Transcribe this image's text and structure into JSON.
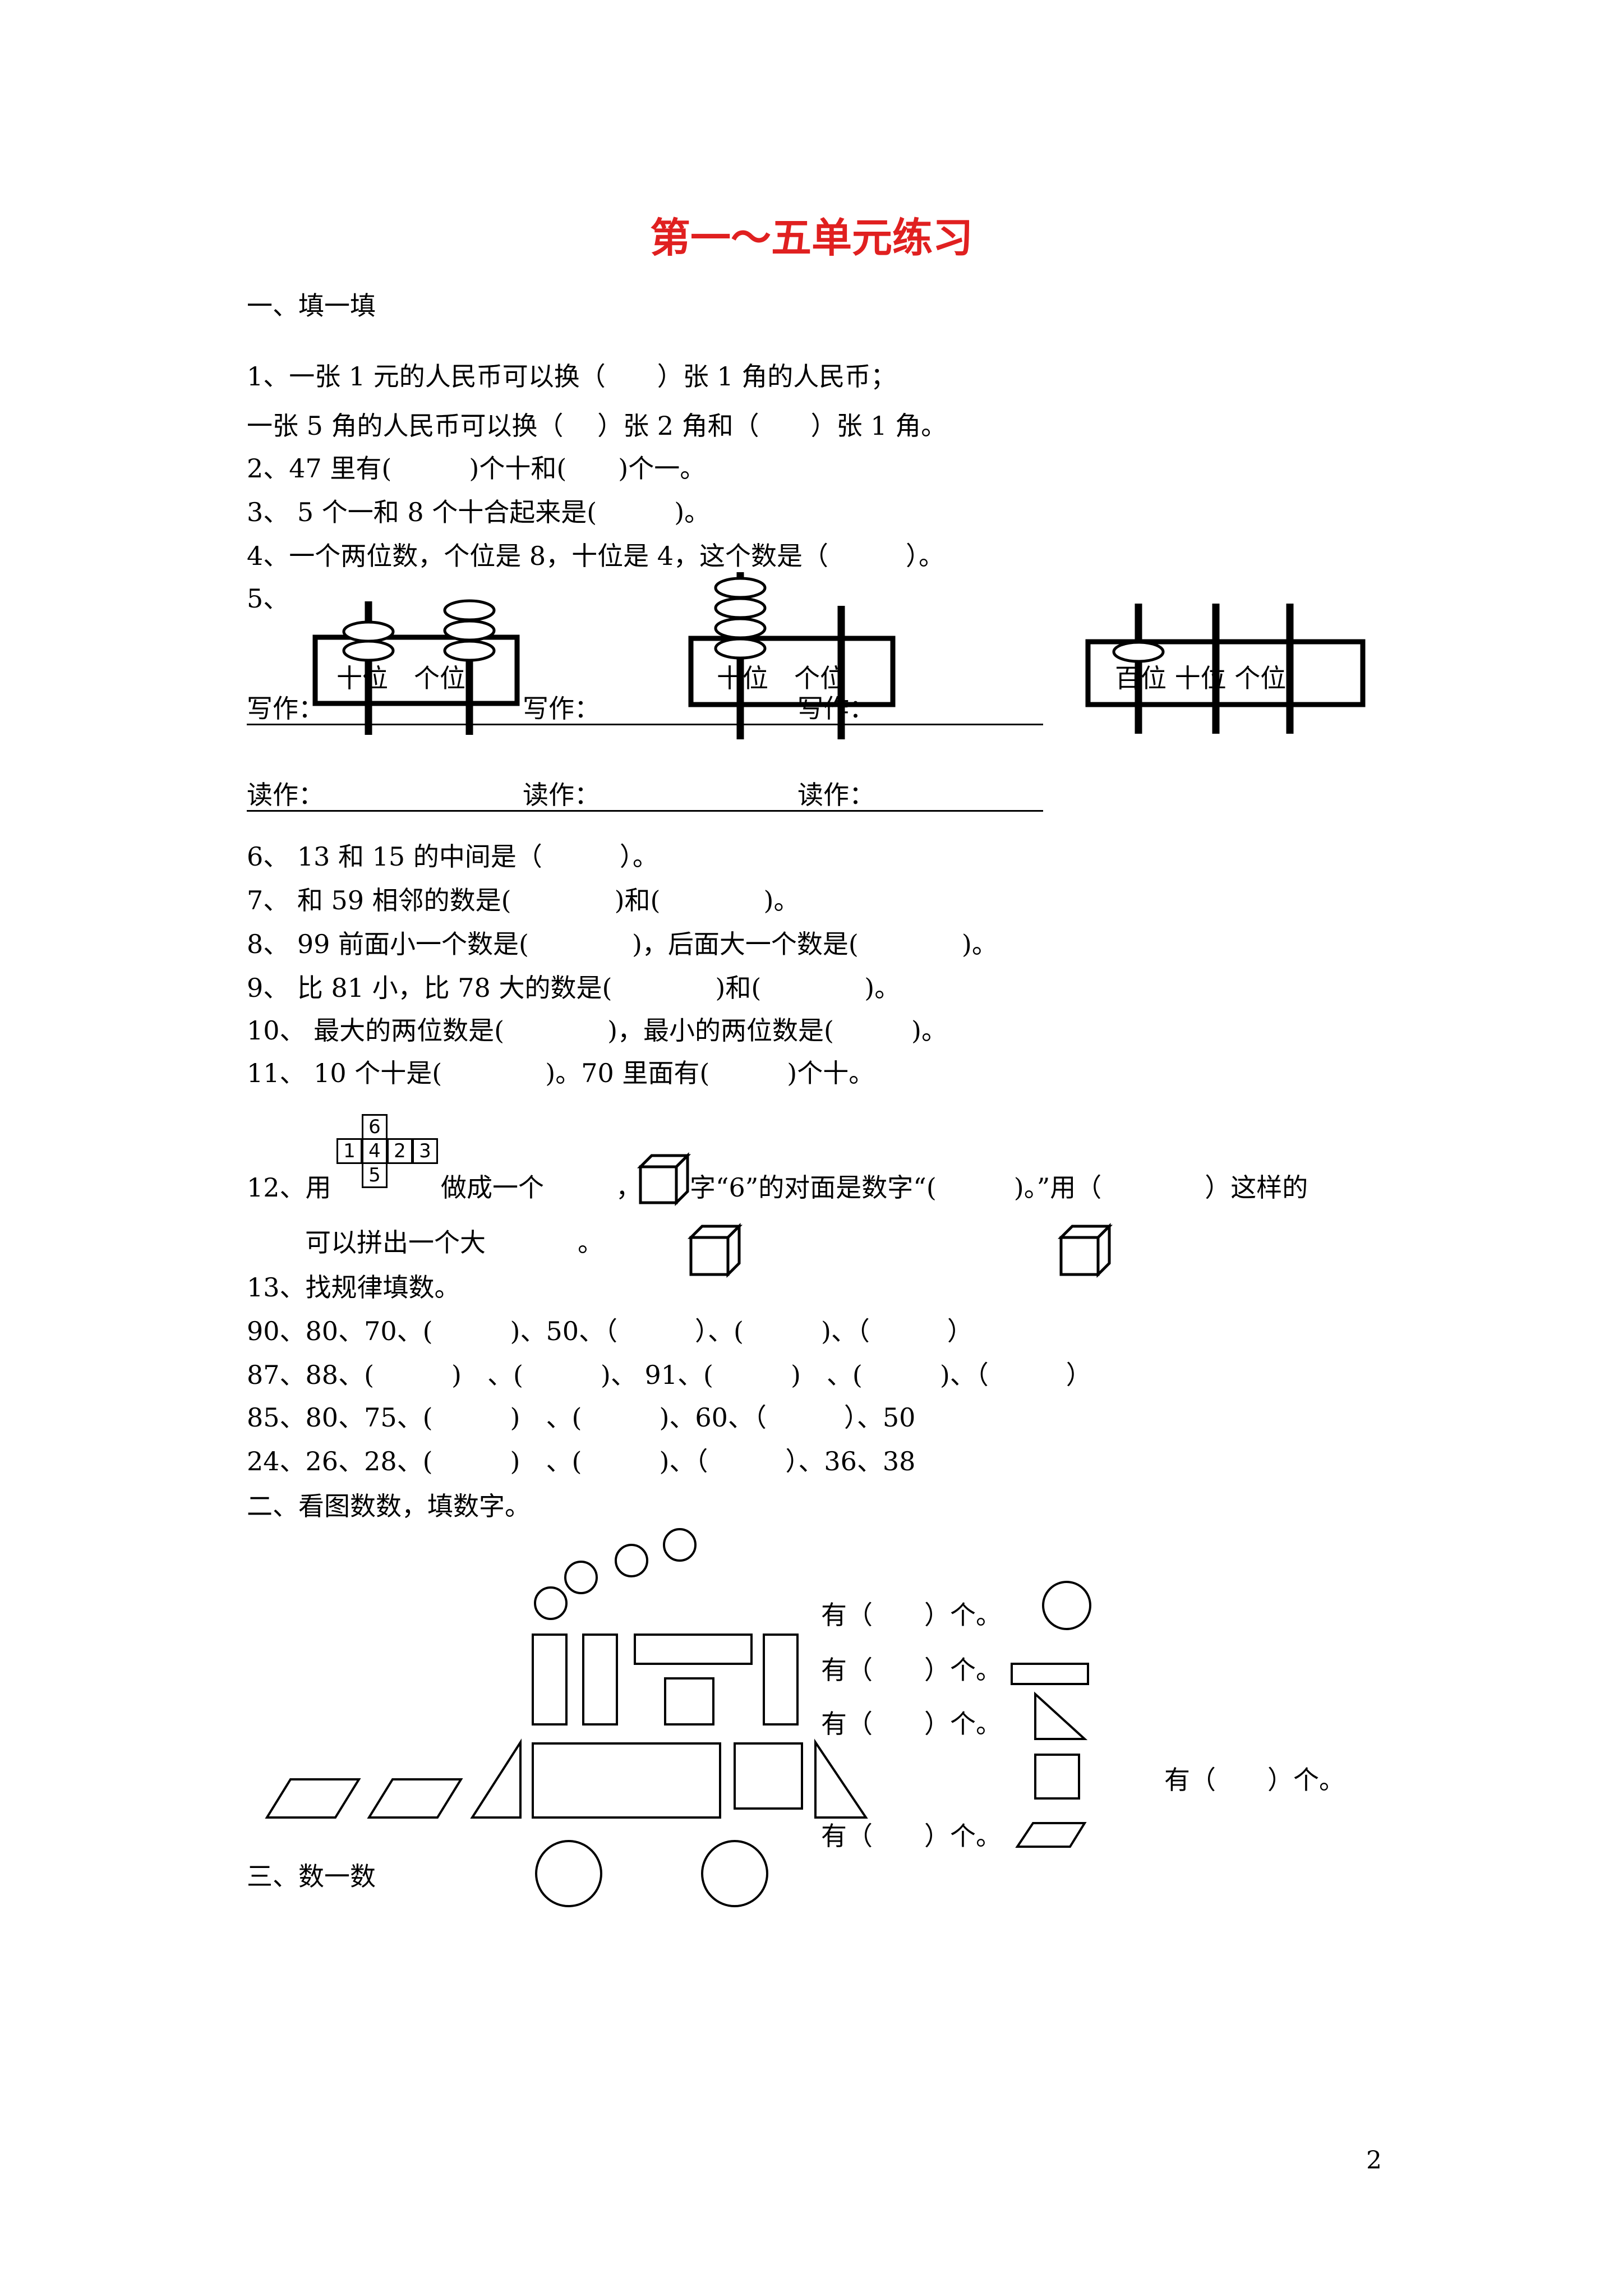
{
  "title": "第一～五单元练习",
  "section1": {
    "heading": "一、填一填",
    "q1a": "1、一张 1 元的人民币可以换（　　）张 1 角的人民币；",
    "q1b": "一张 5 角的人民币可以换（　 ）张 2 角和（　　）张 1 角。",
    "q2": "2、47 里有(　　　)个十和(　　)个一。",
    "q3": "3、 5 个一和 8 个十合起来是(　　　)。",
    "q4": "4、一个两位数，个位是 8，十位是 4，这个数是（　　　）。",
    "q5": "5、",
    "abacus1_labels": "十位　个位",
    "abacus2_labels": "十位　个位",
    "abacus3_labels": "百位 十位 个位",
    "write_label": "写作：",
    "read_label": "读作：",
    "q6": "6、 13 和 15 的中间是（　　　）。",
    "q7": "7、 和 59 相邻的数是(　　　　)和(　　　　)。",
    "q8": "8、 99 前面小一个数是(　　　　)，后面大一个数是(　　　　)。",
    "q9": "9、 比 81 小，比 78 大的数是(　　　　)和(　　　　)。",
    "q10": "10、 最大的两位数是(　　　　)，最小的两位数是(　　　)。",
    "q11": "11、 10 个十是(　　　　)。70 里面有(　　　)个十。",
    "q12_a": "12、用",
    "q12_b": "做成一个",
    "q12_c": "，",
    "q12_d": "字“6”的对面是数字“(　　　)。”用（　　　　）这样的",
    "q12_e": "可以拼出一个大",
    "q12_f": "。",
    "net_digits": [
      "6",
      "1",
      "4",
      "2",
      "3",
      "5"
    ],
    "q13": "13、找规律填数。",
    "seq1": "90、80、70、(　　　)、50、（　　　）、(　　　)、（　　　）",
    "seq2": "87、88、(　　　)　、(　　　)、 91、(　　　)　、(　　　)、（　　　）",
    "seq3": "85、80、75、(　　　)　、(　　　)、60、（　　　）、50",
    "seq4": "24、26、28、(　　　)　、(　　　)、（　　　）、36、38"
  },
  "section2": {
    "heading": "二、看图数数，填数字。",
    "count_rows": [
      "有（　　）个。",
      "有（　　）个。",
      "有（　　）个。",
      "有（　　）个。"
    ],
    "count_square": "有（　　）个。",
    "shape_icons": [
      "circle",
      "rectangle",
      "triangle",
      "square",
      "parallelogram"
    ]
  },
  "section3": {
    "heading": "三、数一数"
  },
  "page_number": "2"
}
